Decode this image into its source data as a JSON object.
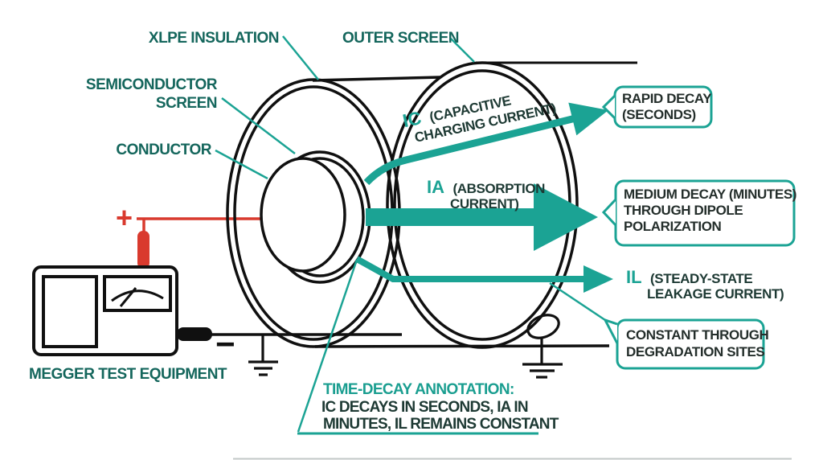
{
  "colors": {
    "teal_accent": "#1ba394",
    "dark_label_teal": "#14665c",
    "dark_text": "#1d3933",
    "callout_text": "#242e2b",
    "wire_red": "#d93a2e",
    "line_black": "#101010"
  },
  "labels": {
    "xlpe": "XLPE INSULATION",
    "outer_screen": "OUTER SCREEN",
    "semiconductor_line1": "SEMICONDUCTOR",
    "semiconductor_line2": "SCREEN",
    "conductor": "CONDUCTOR",
    "megger": "MEGGER TEST EQUIPMENT",
    "plus": "+",
    "minus": "−"
  },
  "currents": {
    "ic": {
      "symbol": "IC",
      "desc_line1": "(CAPACITIVE",
      "desc_line2": "CHARGING CURRENT)"
    },
    "ia": {
      "symbol": "IA",
      "desc_line1": "(ABSORPTION",
      "desc_line2": "CURRENT)"
    },
    "il": {
      "symbol": "IL",
      "desc_line1": "(STEADY-STATE",
      "desc_line2": "LEAKAGE CURRENT)"
    }
  },
  "callouts": {
    "rapid": {
      "line1": "RAPID DECAY",
      "line2": "(SECONDS)"
    },
    "medium": {
      "line1": "MEDIUM DECAY (MINUTES)",
      "line2": "THROUGH DIPOLE",
      "line3": "POLARIZATION"
    },
    "constant": {
      "line1": "CONSTANT THROUGH",
      "line2": "DEGRADATION SITES"
    }
  },
  "annotation": {
    "title": "TIME-DECAY ANNOTATION:",
    "line1": "IC DECAYS IN SECONDS, IA IN",
    "line2": "MINUTES, IL REMAINS CONSTANT"
  }
}
